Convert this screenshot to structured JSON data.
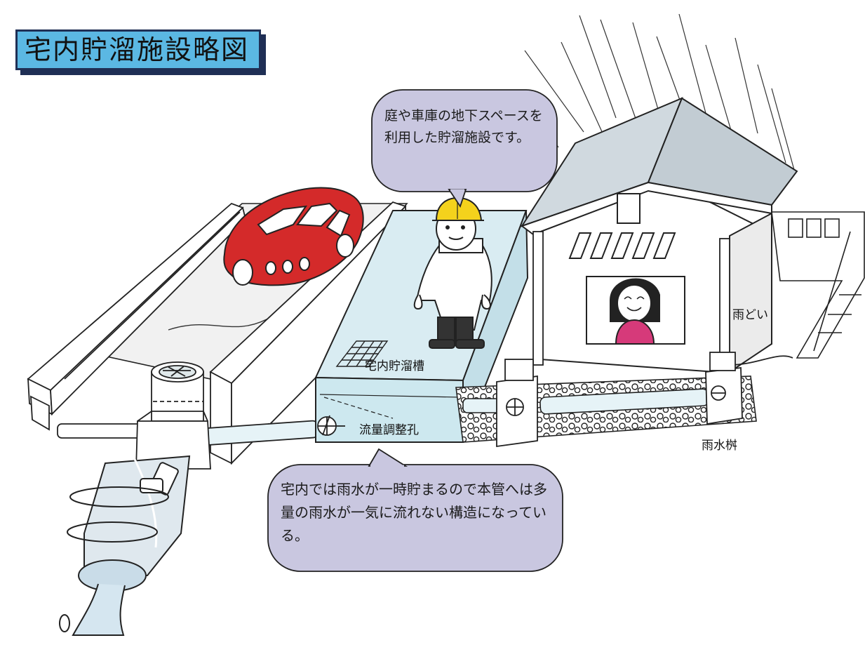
{
  "title": "宅内貯溜施設略図",
  "bubble_top": "庭や車庫の地下スペースを利用した貯溜施設です。",
  "bubble_bottom": "宅内では雨水が一時貯まるので本管へは多量の雨水が一気に流れない構造になっている。",
  "labels": {
    "tank": "宅内貯溜槽",
    "orifice": "流量調整孔",
    "gutter": "雨どい",
    "basin": "雨水桝"
  },
  "colors": {
    "title_bg": "#5bb8e3",
    "title_border": "#1f2f55",
    "bubble_fill": "#c9c7e0",
    "car": "#d42a2a",
    "helmet": "#f4d21c",
    "shirt": "#d63a7a",
    "tank_fill": "#cde8ef",
    "ink": "#1a1a1a"
  }
}
